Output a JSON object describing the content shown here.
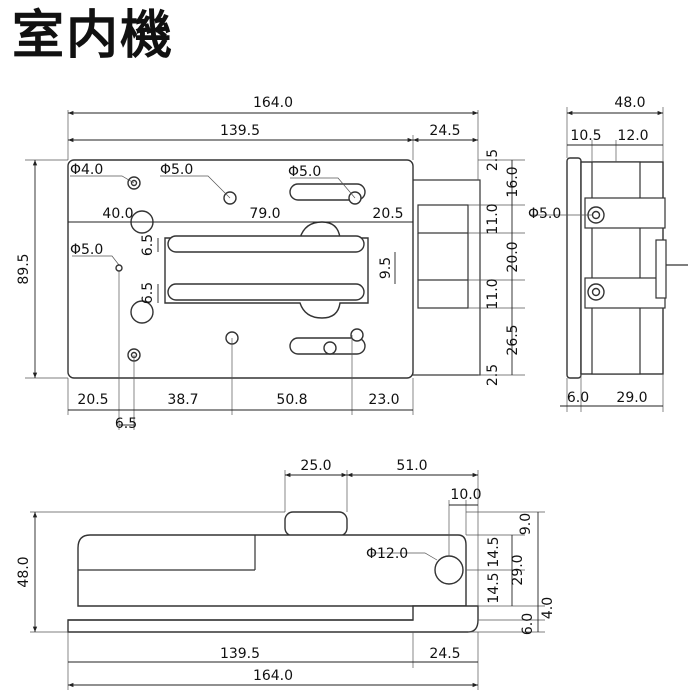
{
  "title": "室内機",
  "front_view": {
    "dims": {
      "overall_width": "164.0",
      "plate_width": "139.5",
      "hook_width": "24.5",
      "height": "89.5",
      "hole_a": "20.5",
      "hole_b": "38.7",
      "hole_c": "50.8",
      "hole_d": "23.0",
      "hole_offset": "6.5",
      "left_to_slot": "40.0",
      "slot_width": "79.0",
      "slot_right": "20.5",
      "slot_top_off": "6.5",
      "slot_bottom_off": "6.5",
      "slot_pitch": "9.5",
      "r_2_5_top": "2.5",
      "r_16": "16.0",
      "r_11_top": "11.0",
      "r_20": "20.0",
      "r_11_bottom": "11.0",
      "r_26_5": "26.5",
      "r_2_5_bottom": "2.5"
    },
    "holes": {
      "phi4": "Φ4.0",
      "phi5_top": "Φ5.0",
      "phi5_slot": "Φ5.0",
      "phi5_left": "Φ5.0"
    }
  },
  "side_view": {
    "dims": {
      "depth": "48.0",
      "d_10_5": "10.5",
      "d_12": "12.0",
      "phi5": "Φ5.0",
      "d_6": "6.0",
      "d_29": "29.0"
    }
  },
  "bottom_view": {
    "dims": {
      "d_25": "25.0",
      "d_51": "51.0",
      "d_10": "10.0",
      "height": "48.0",
      "phi12": "Φ12.0",
      "d_9": "9.0",
      "d_14_5_a": "14.5",
      "d_29": "29.0",
      "d_14_5_b": "14.5",
      "d_4": "4.0",
      "d_6": "6.0",
      "plate_width": "139.5",
      "hook_width": "24.5",
      "overall_width": "164.0"
    }
  }
}
